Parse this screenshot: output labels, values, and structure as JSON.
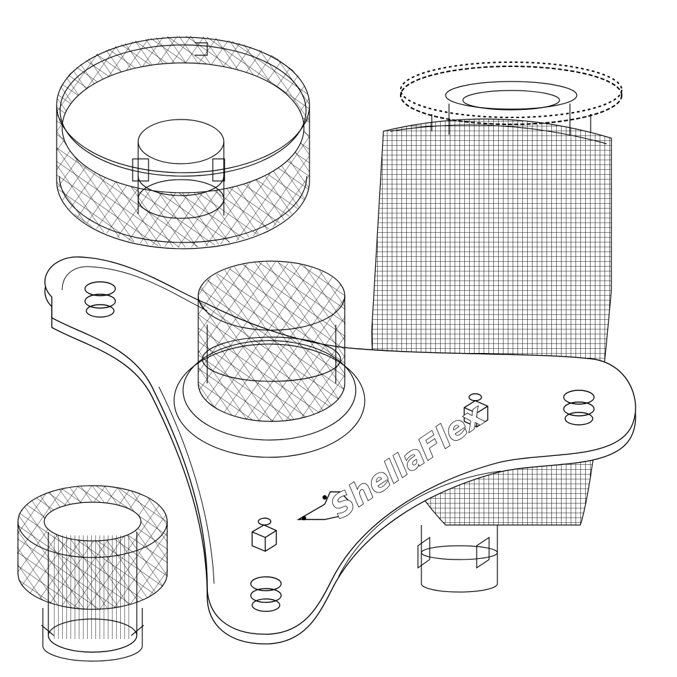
{
  "drawing": {
    "logo_text": "ShellaFlex",
    "line_color": "#000000",
    "background_color": "#ffffff"
  },
  "parts": [
    {
      "id": "top-ring",
      "label": ""
    },
    {
      "id": "tall-canister",
      "label": ""
    },
    {
      "id": "tri-arm-plate",
      "label": ""
    },
    {
      "id": "center-mesh-cup",
      "label": ""
    },
    {
      "id": "small-knurled-knob",
      "label": ""
    }
  ]
}
